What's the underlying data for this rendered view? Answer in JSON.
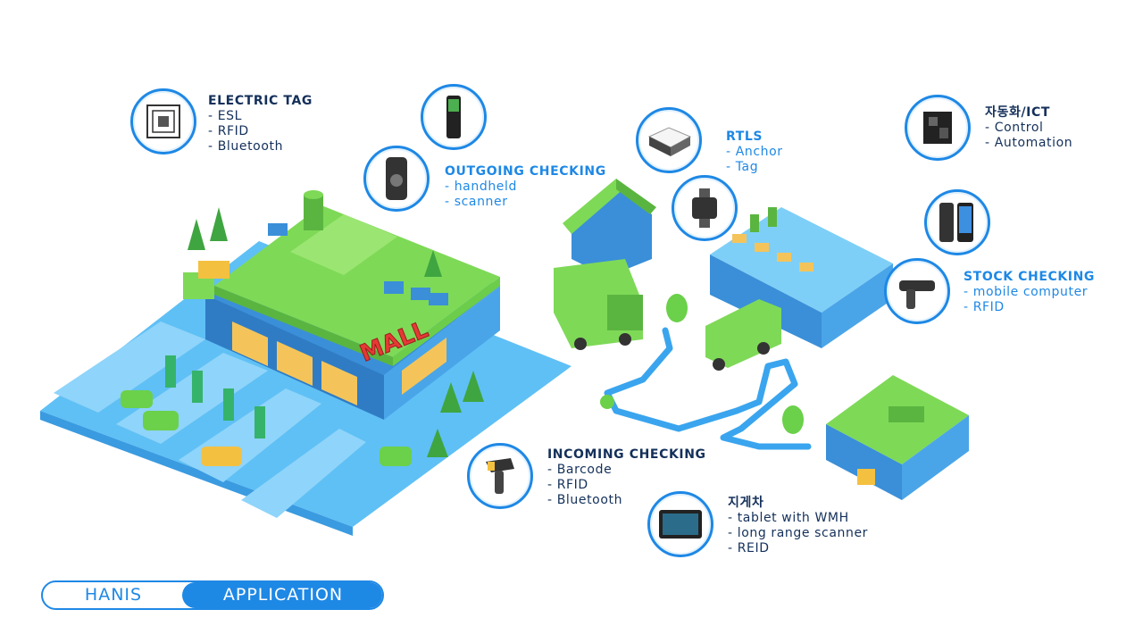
{
  "callouts": {
    "electric_tag": {
      "title": "ELECTRIC TAG",
      "items": [
        "- ESL",
        "- RFID",
        "- Bluetooth"
      ]
    },
    "outgoing": {
      "title": "OUTGOING CHECKING",
      "items": [
        "- handheld",
        "- scanner"
      ]
    },
    "rtls": {
      "title": "RTLS",
      "items": [
        "- Anchor",
        "- Tag"
      ]
    },
    "automation": {
      "title": "자동화/ICT",
      "items": [
        "- Control",
        "- Automation"
      ]
    },
    "stock": {
      "title": "STOCK CHECKING",
      "items": [
        "- mobile computer",
        "- RFID"
      ]
    },
    "incoming": {
      "title": "INCOMING CHECKING",
      "items": [
        "- Barcode",
        "- RFID",
        "- Bluetooth"
      ]
    },
    "forklift": {
      "title": "지게차",
      "items": [
        "- tablet with WMH",
        "- long range scanner",
        "- REID"
      ]
    }
  },
  "scene": {
    "mall_sign": "MALL"
  },
  "nav": {
    "tab1": "HANIS",
    "tab2": "APPLICATION"
  },
  "colors": {
    "accent": "#1e88e5",
    "dark_text": "#14305a",
    "roof_green": "#7ed957",
    "floor_blue": "#4fb3f0"
  }
}
